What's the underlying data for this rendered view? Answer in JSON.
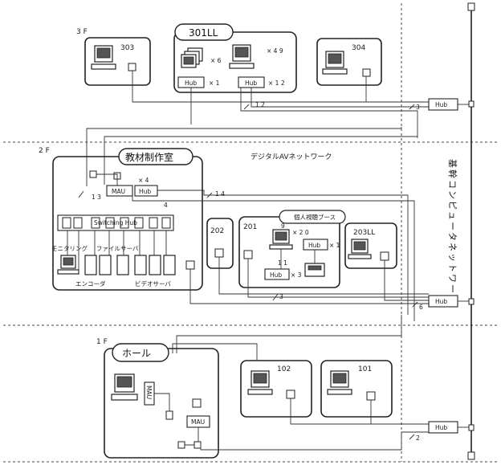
{
  "floors": {
    "f3": "3 F",
    "f2": "2 F",
    "f1": "1 F"
  },
  "rooms": {
    "r303": "303",
    "r301ll": "301LL",
    "r304": "304",
    "kyozai": "教材制作室",
    "r202": "202",
    "r201": "201",
    "booth": "個人視聴ブース",
    "r203ll": "203LL",
    "hall": "ホール",
    "r102": "102",
    "r101": "101"
  },
  "labels": {
    "digital_av": "デジタルAVネットワーク",
    "backbone": "基幹コンピュータネットワーク",
    "switching_hub": "Switching Hub",
    "monitoring": "モニタリング",
    "file_server": "ファイルサーバ",
    "encoder": "エンコーダ",
    "video_server": "ビデオサーバ"
  },
  "devices": {
    "hub": "Hub",
    "mau": "MAU"
  },
  "counts": {
    "x6": "× 6",
    "x49": "× 4 9",
    "x1": "× 1",
    "x12": "× 1 2",
    "x4": "× 4",
    "x20": "× 2 0",
    "x3": "× 3"
  },
  "line_counts": {
    "n12": "1 2",
    "n3a": "3",
    "n13": "1 3",
    "n4": "4",
    "n14": "1 4",
    "n9": "9",
    "n11": "1 1",
    "n3b": "3",
    "n6": "6",
    "n2": "2"
  }
}
